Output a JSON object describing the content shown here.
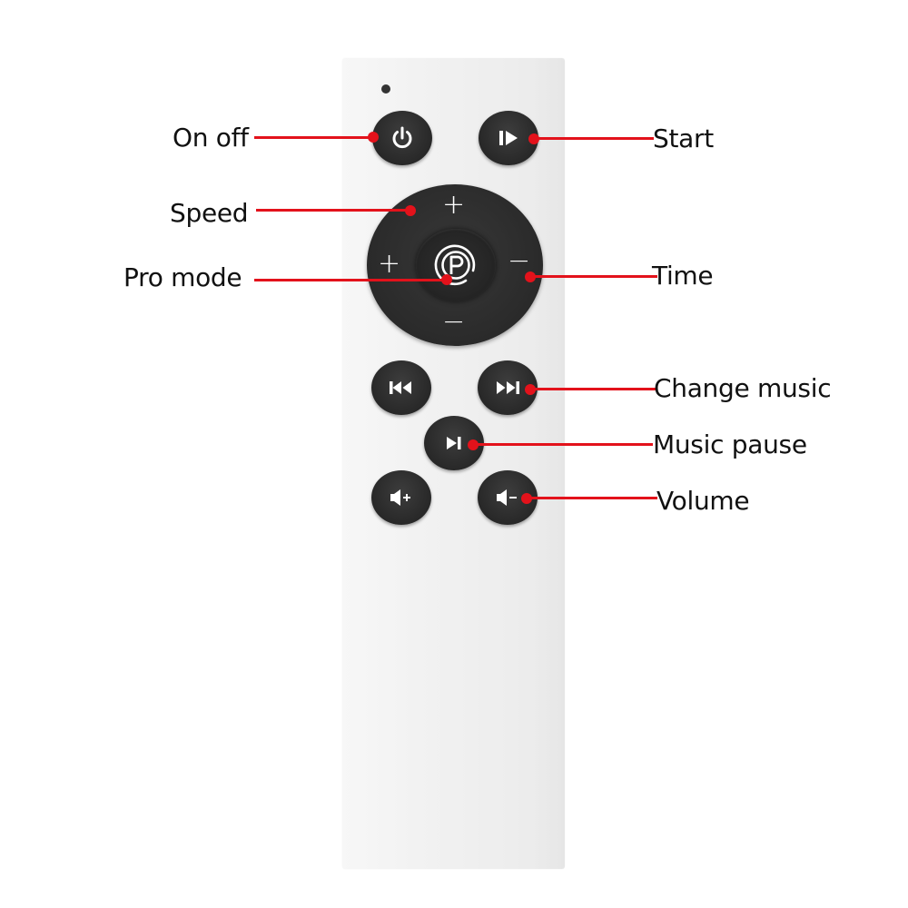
{
  "diagram": {
    "subject": "remote-control",
    "colors": {
      "callout": "#e3121b",
      "button": "#2b2b2b",
      "body": "#f1f1f1",
      "text": "#111111"
    },
    "buttons": {
      "power": {
        "icon": "power-icon"
      },
      "start": {
        "icon": "play-start-icon"
      },
      "dpad_up": {
        "symbol": "+"
      },
      "dpad_left": {
        "symbol": "+"
      },
      "dpad_right": {
        "symbol": "−"
      },
      "dpad_down": {
        "symbol": "−"
      },
      "pro_mode": {
        "icon": "p-circle-icon",
        "symbol": "P"
      },
      "previous": {
        "icon": "skip-previous-icon"
      },
      "next": {
        "icon": "skip-next-icon"
      },
      "play_pause": {
        "icon": "play-pause-icon"
      },
      "volume_up": {
        "icon": "volume-up-icon",
        "symbol": "+"
      },
      "volume_down": {
        "icon": "volume-down-icon",
        "symbol": "−"
      }
    },
    "callouts": {
      "on_off": "On off",
      "speed": "Speed",
      "pro_mode": "Pro mode",
      "start": "Start",
      "time": "Time",
      "change_music": "Change music",
      "music_pause": "Music pause",
      "volume": "Volume"
    }
  }
}
